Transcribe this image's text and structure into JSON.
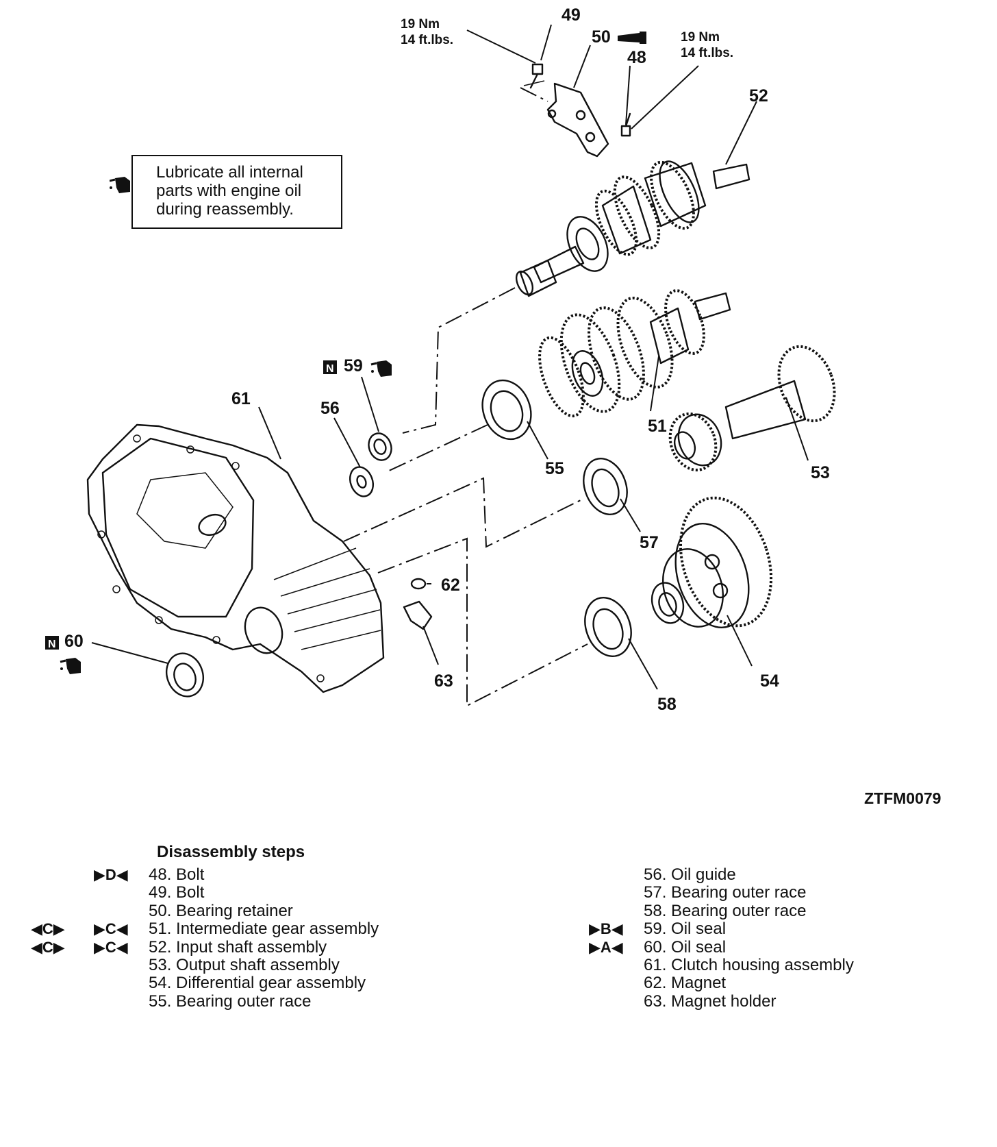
{
  "callouts": {
    "c48": "48",
    "c49": "49",
    "c50": "50",
    "c51": "51",
    "c52": "52",
    "c53": "53",
    "c54": "54",
    "c55": "55",
    "c56": "56",
    "c57": "57",
    "c58": "58",
    "c59": "59",
    "c60": "60",
    "c61": "61",
    "c62": "62",
    "c63": "63"
  },
  "torque": {
    "left": {
      "nm": "19 Nm",
      "ftlbs": "14 ft.lbs."
    },
    "right": {
      "nm": "19 Nm",
      "ftlbs": "14 ft.lbs."
    }
  },
  "badges": {
    "new_part": "N"
  },
  "note": {
    "text": "Lubricate all internal parts with engine oil during reassembly."
  },
  "figure_code": "ZTFM0079",
  "steps": {
    "title": "Disassembly steps",
    "left": [
      {
        "label": "48. Bolt",
        "mark1": "▶D◀",
        "mark2": ""
      },
      {
        "label": "49. Bolt",
        "mark1": "",
        "mark2": ""
      },
      {
        "label": "50. Bearing retainer",
        "mark1": "",
        "mark2": ""
      },
      {
        "label": "51. Intermediate gear assembly",
        "mark1": "▶C◀",
        "mark2": "◀C▶"
      },
      {
        "label": "52. Input shaft assembly",
        "mark1": "▶C◀",
        "mark2": "◀C▶"
      },
      {
        "label": "53. Output shaft assembly",
        "mark1": "",
        "mark2": ""
      },
      {
        "label": "54. Differential gear assembly",
        "mark1": "",
        "mark2": ""
      },
      {
        "label": "55. Bearing outer race",
        "mark1": "",
        "mark2": ""
      }
    ],
    "right": [
      {
        "label": "56. Oil guide",
        "mark1": ""
      },
      {
        "label": "57. Bearing outer race",
        "mark1": ""
      },
      {
        "label": "58. Bearing outer race",
        "mark1": ""
      },
      {
        "label": "59. Oil seal",
        "mark1": "▶B◀"
      },
      {
        "label": "60. Oil seal",
        "mark1": "▶A◀"
      },
      {
        "label": "61. Clutch housing assembly",
        "mark1": ""
      },
      {
        "label": "62. Magnet",
        "mark1": ""
      },
      {
        "label": "63. Magnet holder",
        "mark1": ""
      }
    ]
  },
  "icons": {
    "oil_can": "oil-can-icon",
    "new_badge": "new-part-badge"
  }
}
